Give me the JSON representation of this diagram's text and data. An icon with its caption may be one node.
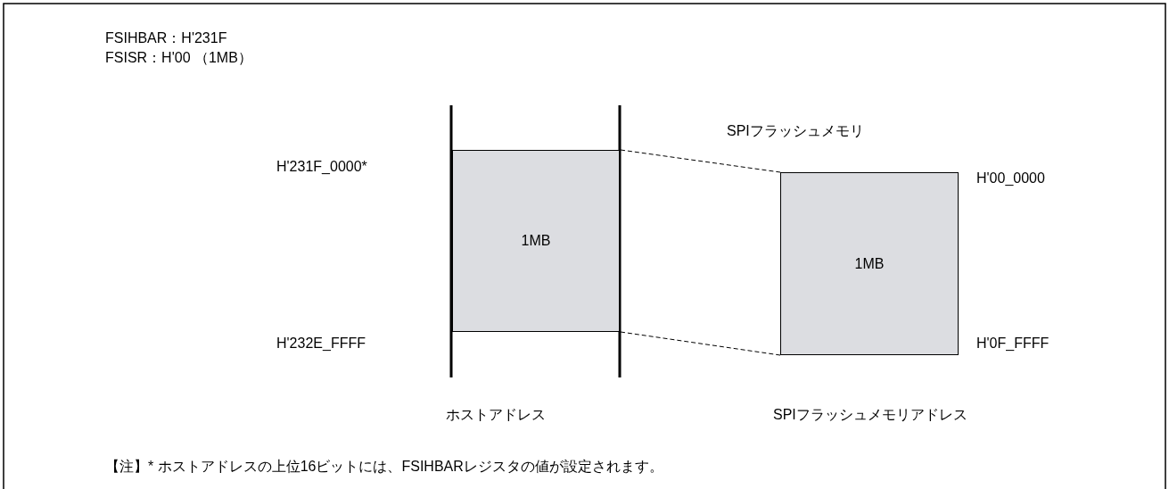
{
  "diagram": {
    "nodes": [
      {
        "text": [
          "1MB"
        ]
      },
      {
        "text": [
          "1MB"
        ],
        "beside": [
          "H'00_0000",
          "H'0F_FFFF"
        ]
      }
    ],
    "edges": [
      {
        "from": 0,
        "to": 1,
        "arrow": "none",
        "style": "dashed"
      },
      {
        "from": 0,
        "to": 1,
        "arrow": "none",
        "style": "dashed"
      }
    ],
    "labels": [
      "FSIHBAR：H'231F",
      "FSISR：H'00 （1MB）",
      "SPIフラッシュメモリ",
      "H'231F_0000*",
      "H'232E_FFFF",
      "ホストアドレス",
      "SPIフラッシュメモリアドレス",
      "【注】* ホストアドレスの上位16ビットには、FSIHBARレジスタの値が設定されます。"
    ]
  }
}
